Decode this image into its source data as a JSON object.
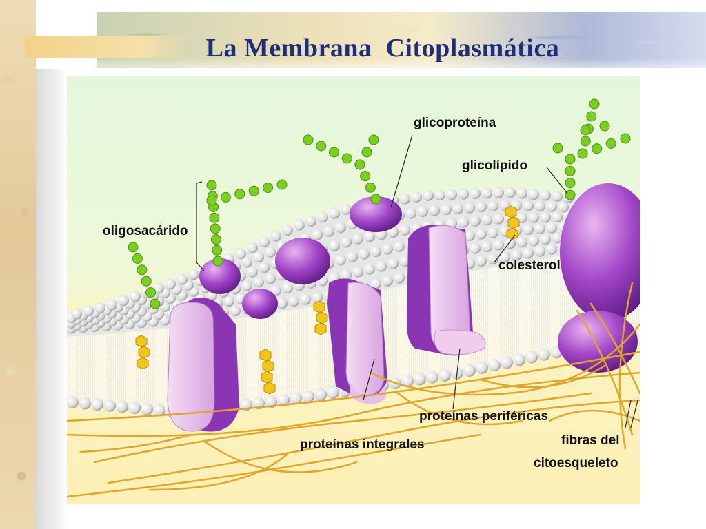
{
  "slide": {
    "title": "La Membrana  Citoplasmática"
  },
  "diagram": {
    "labels": {
      "glicoproteina": "glicoproteína",
      "glicolipido": "glicolípido",
      "oligosacarido": "oligosacárido",
      "colesterol": "colesterol",
      "proteinas_perifericas": "proteínas periféricas",
      "proteinas_integrales": "proteínas integrales",
      "fibras_line1": "fibras del",
      "fibras_line2": "citoesqueleto"
    },
    "colors": {
      "background_top": "#e4f7dc",
      "background_bottom": "#fdf3bf",
      "phospholipid_head": "#e8e8e8",
      "protein_purple": "#9b3fc0",
      "protein_pink": "#e3b7e6",
      "sugar_green": "#7ccf22",
      "cholesterol_yellow": "#f2c51a",
      "fiber_orange": "#e0a52a",
      "title_blue": "#1f2d7a"
    }
  }
}
